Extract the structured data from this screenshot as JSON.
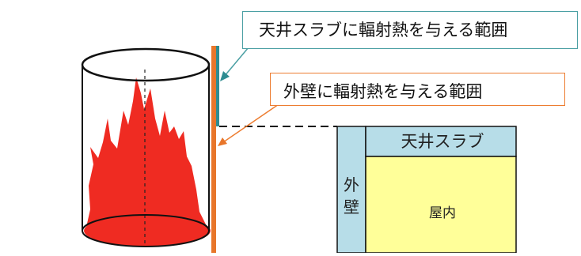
{
  "callouts": {
    "ceiling": "天井スラブに輻射熱を与える範囲",
    "wall": "外壁に輻射熱を与える範囲"
  },
  "section": {
    "ceiling_label": "天井スラブ",
    "wall_label_chars": [
      "外",
      "壁"
    ],
    "room_label": "屋内"
  },
  "colors": {
    "flame": "#ef2b22",
    "ceiling_range": "#2e8c91",
    "wall_range": "#e8762a",
    "slab_fill": "#b7dde8",
    "room_fill": "#ffff99",
    "callout_teal": "#4a9fa3",
    "callout_orange": "#ed7d31"
  }
}
